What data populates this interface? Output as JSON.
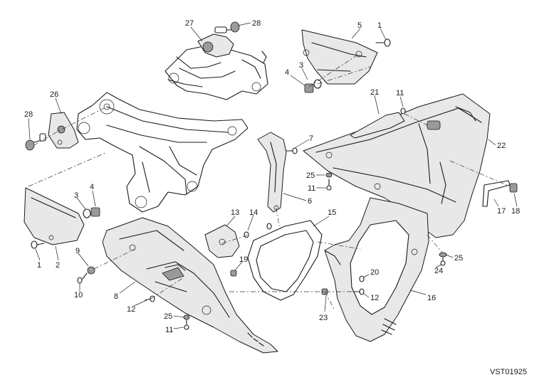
{
  "diagram": {
    "drawing_code": "VST01925",
    "callouts": [
      {
        "id": "c27",
        "label": "27"
      },
      {
        "id": "c28a",
        "label": "28"
      },
      {
        "id": "c5",
        "label": "5"
      },
      {
        "id": "c1a",
        "label": "1"
      },
      {
        "id": "c26",
        "label": "26"
      },
      {
        "id": "c28b",
        "label": "28"
      },
      {
        "id": "c3a",
        "label": "3"
      },
      {
        "id": "c4a",
        "label": "4"
      },
      {
        "id": "c21",
        "label": "21"
      },
      {
        "id": "c11a",
        "label": "11"
      },
      {
        "id": "c22",
        "label": "22"
      },
      {
        "id": "c7",
        "label": "7"
      },
      {
        "id": "c25a",
        "label": "25"
      },
      {
        "id": "c11b",
        "label": "11"
      },
      {
        "id": "c6",
        "label": "6"
      },
      {
        "id": "c3b",
        "label": "3"
      },
      {
        "id": "c4b",
        "label": "4"
      },
      {
        "id": "c17",
        "label": "17"
      },
      {
        "id": "c18",
        "label": "18"
      },
      {
        "id": "c13",
        "label": "13"
      },
      {
        "id": "c14",
        "label": "14"
      },
      {
        "id": "c15",
        "label": "15"
      },
      {
        "id": "c1b",
        "label": "1"
      },
      {
        "id": "c2",
        "label": "2"
      },
      {
        "id": "c9",
        "label": "9"
      },
      {
        "id": "c19",
        "label": "19"
      },
      {
        "id": "c25b",
        "label": "25"
      },
      {
        "id": "c24",
        "label": "24"
      },
      {
        "id": "c10",
        "label": "10"
      },
      {
        "id": "c20",
        "label": "20"
      },
      {
        "id": "c8",
        "label": "8"
      },
      {
        "id": "c12a",
        "label": "12"
      },
      {
        "id": "c12b",
        "label": "12"
      },
      {
        "id": "c16",
        "label": "16"
      },
      {
        "id": "c23",
        "label": "23"
      },
      {
        "id": "c25c",
        "label": "25"
      },
      {
        "id": "c11c",
        "label": "11"
      }
    ]
  }
}
